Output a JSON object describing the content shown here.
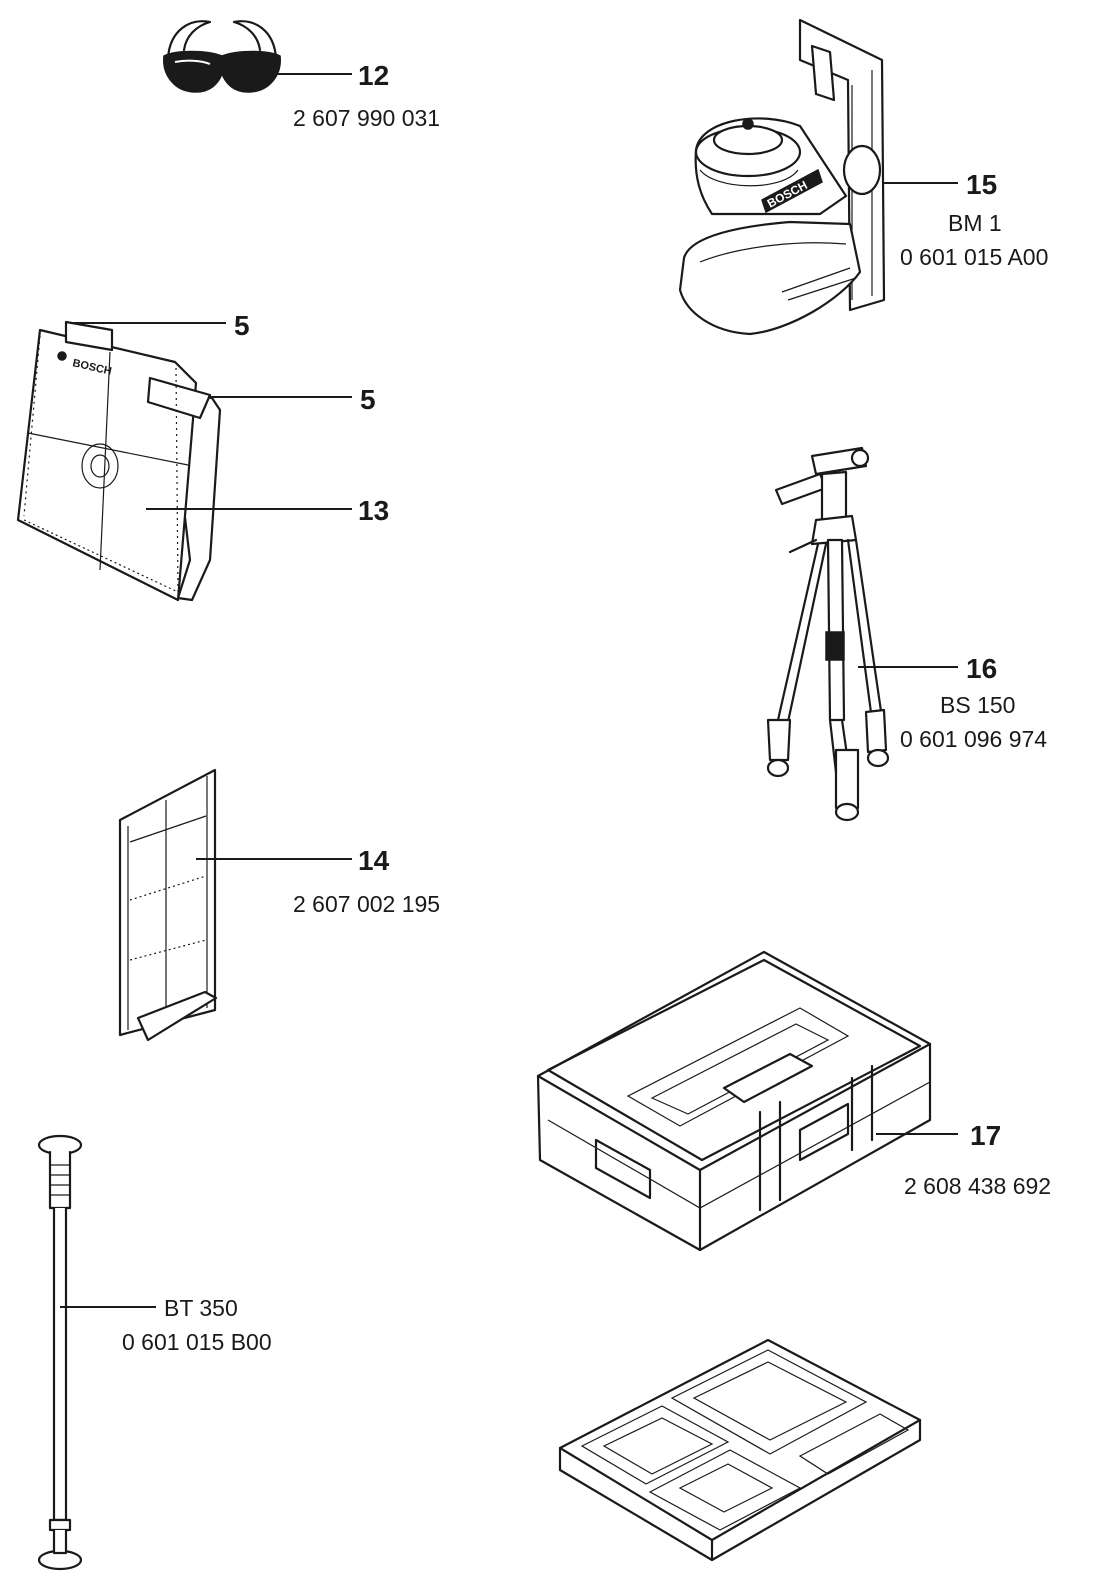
{
  "accessories": [
    {
      "id": "glasses",
      "number": "12",
      "name": "",
      "part_no": "2 607 990 031"
    },
    {
      "id": "target-plate",
      "number": "13",
      "name": "",
      "part_no": ""
    },
    {
      "id": "target-plate-feature-a",
      "number": "5",
      "name": "",
      "part_no": ""
    },
    {
      "id": "target-plate-feature-b",
      "number": "5",
      "name": "",
      "part_no": ""
    },
    {
      "id": "measuring-rod",
      "number": "14",
      "name": "",
      "part_no": "2 607 002 195"
    },
    {
      "id": "telescopic-pole",
      "number": "",
      "name": "BT 350",
      "part_no": "0 601 015 B00"
    },
    {
      "id": "holder",
      "number": "15",
      "name": "BM 1",
      "part_no": "0 601 015 A00"
    },
    {
      "id": "tripod",
      "number": "16",
      "name": "BS 150",
      "part_no": "0 601 096 974"
    },
    {
      "id": "case",
      "number": "17",
      "name": "",
      "part_no": "2 608 438 692"
    },
    {
      "id": "case-insert",
      "number": "",
      "name": "",
      "part_no": ""
    }
  ],
  "labels": {
    "n12": "12",
    "p12": "2 607 990 031",
    "n5a": "5",
    "n5b": "5",
    "n13": "13",
    "n14": "14",
    "p14": "2 607 002 195",
    "bt_name": "BT 350",
    "bt_part": "0 601 015 B00",
    "n15": "15",
    "bm_name": "BM 1",
    "bm_part": "0 601 015 A00",
    "n16": "16",
    "bs_name": "BS 150",
    "bs_part": "0 601 096 974",
    "n17": "17",
    "p17": "2 608 438 692",
    "brand_mark": "BOSCH"
  }
}
